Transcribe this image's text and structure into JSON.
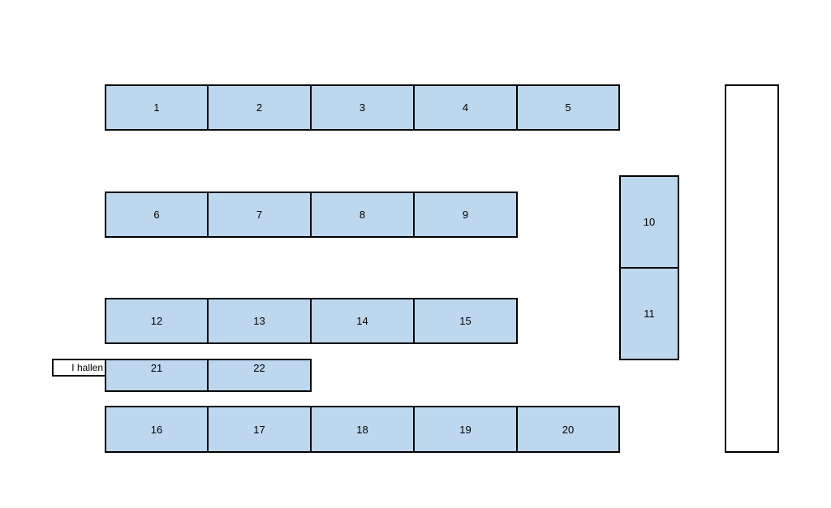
{
  "colors": {
    "booth_fill": "#bdd7ee",
    "border": "#000000",
    "background": "#ffffff"
  },
  "booths": [
    {
      "id": "1"
    },
    {
      "id": "2"
    },
    {
      "id": "3"
    },
    {
      "id": "4"
    },
    {
      "id": "5"
    },
    {
      "id": "6"
    },
    {
      "id": "7"
    },
    {
      "id": "8"
    },
    {
      "id": "9"
    },
    {
      "id": "10"
    },
    {
      "id": "11"
    },
    {
      "id": "12"
    },
    {
      "id": "13"
    },
    {
      "id": "14"
    },
    {
      "id": "15"
    },
    {
      "id": "16"
    },
    {
      "id": "17"
    },
    {
      "id": "18"
    },
    {
      "id": "19"
    },
    {
      "id": "20"
    },
    {
      "id": "21"
    },
    {
      "id": "22"
    }
  ],
  "hall_label": "I hallen"
}
